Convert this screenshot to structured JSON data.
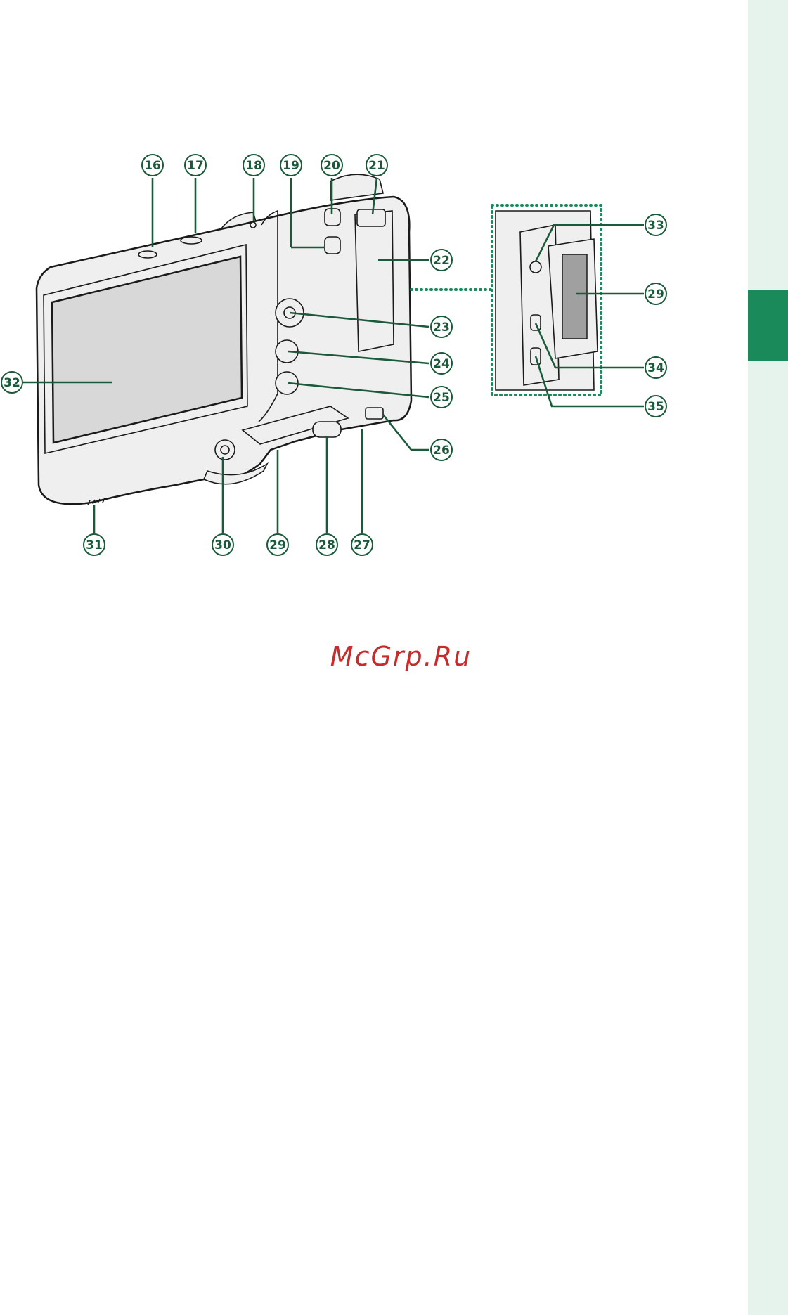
{
  "figure": {
    "callouts": [
      {
        "id": "c16",
        "label": "16"
      },
      {
        "id": "c17",
        "label": "17"
      },
      {
        "id": "c18",
        "label": "18"
      },
      {
        "id": "c19",
        "label": "19"
      },
      {
        "id": "c20",
        "label": "20"
      },
      {
        "id": "c21",
        "label": "21"
      },
      {
        "id": "c22",
        "label": "22"
      },
      {
        "id": "c23",
        "label": "23"
      },
      {
        "id": "c24",
        "label": "24"
      },
      {
        "id": "c25",
        "label": "25"
      },
      {
        "id": "c26",
        "label": "26"
      },
      {
        "id": "c27",
        "label": "27"
      },
      {
        "id": "c28",
        "label": "28"
      },
      {
        "id": "c29a",
        "label": "29"
      },
      {
        "id": "c30",
        "label": "30"
      },
      {
        "id": "c31",
        "label": "31"
      },
      {
        "id": "c32",
        "label": "32"
      },
      {
        "id": "c33",
        "label": "33"
      },
      {
        "id": "c29b",
        "label": "29"
      },
      {
        "id": "c34",
        "label": "34"
      },
      {
        "id": "c35",
        "label": "35"
      }
    ]
  },
  "watermark": {
    "text": "McGrp.Ru"
  },
  "colors": {
    "callout": "#1a5a3a",
    "accent_tab": "#1a8a5a",
    "side_strip": "#e6f2ec",
    "watermark": "#c92a2a"
  }
}
